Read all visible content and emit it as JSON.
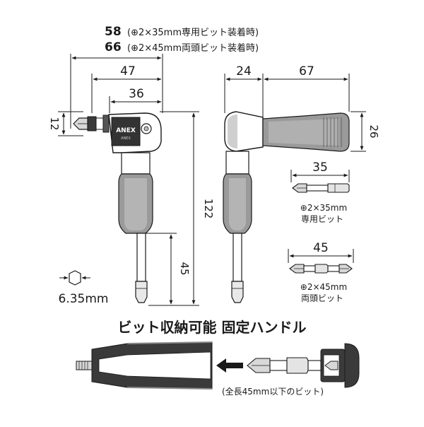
{
  "specs": {
    "line1_value": "58",
    "line1_note": "(⊕2×35mm専用ビット装着時)",
    "line2_value": "66",
    "line2_note": "(⊕2×45mm両頭ビット装着時)"
  },
  "dimensions": {
    "d47": "47",
    "d36": "36",
    "d12": "12",
    "d122": "122",
    "d45": "45",
    "d24": "24",
    "d67": "67",
    "d26": "26",
    "d35": "35",
    "d45b": "45"
  },
  "hex_label": "6.35mm",
  "brand": {
    "name": "ANEX",
    "sub": "ANEX"
  },
  "bits": {
    "bit35_size": "⊕2×35mm",
    "bit35_type": "専用ビット",
    "bit45_size": "⊕2×45mm",
    "bit45_type": "両頭ビット"
  },
  "handle_heading": "ビット収納可能 固定ハンドル",
  "handle_caption": "(全長45mm以下のビット)"
}
